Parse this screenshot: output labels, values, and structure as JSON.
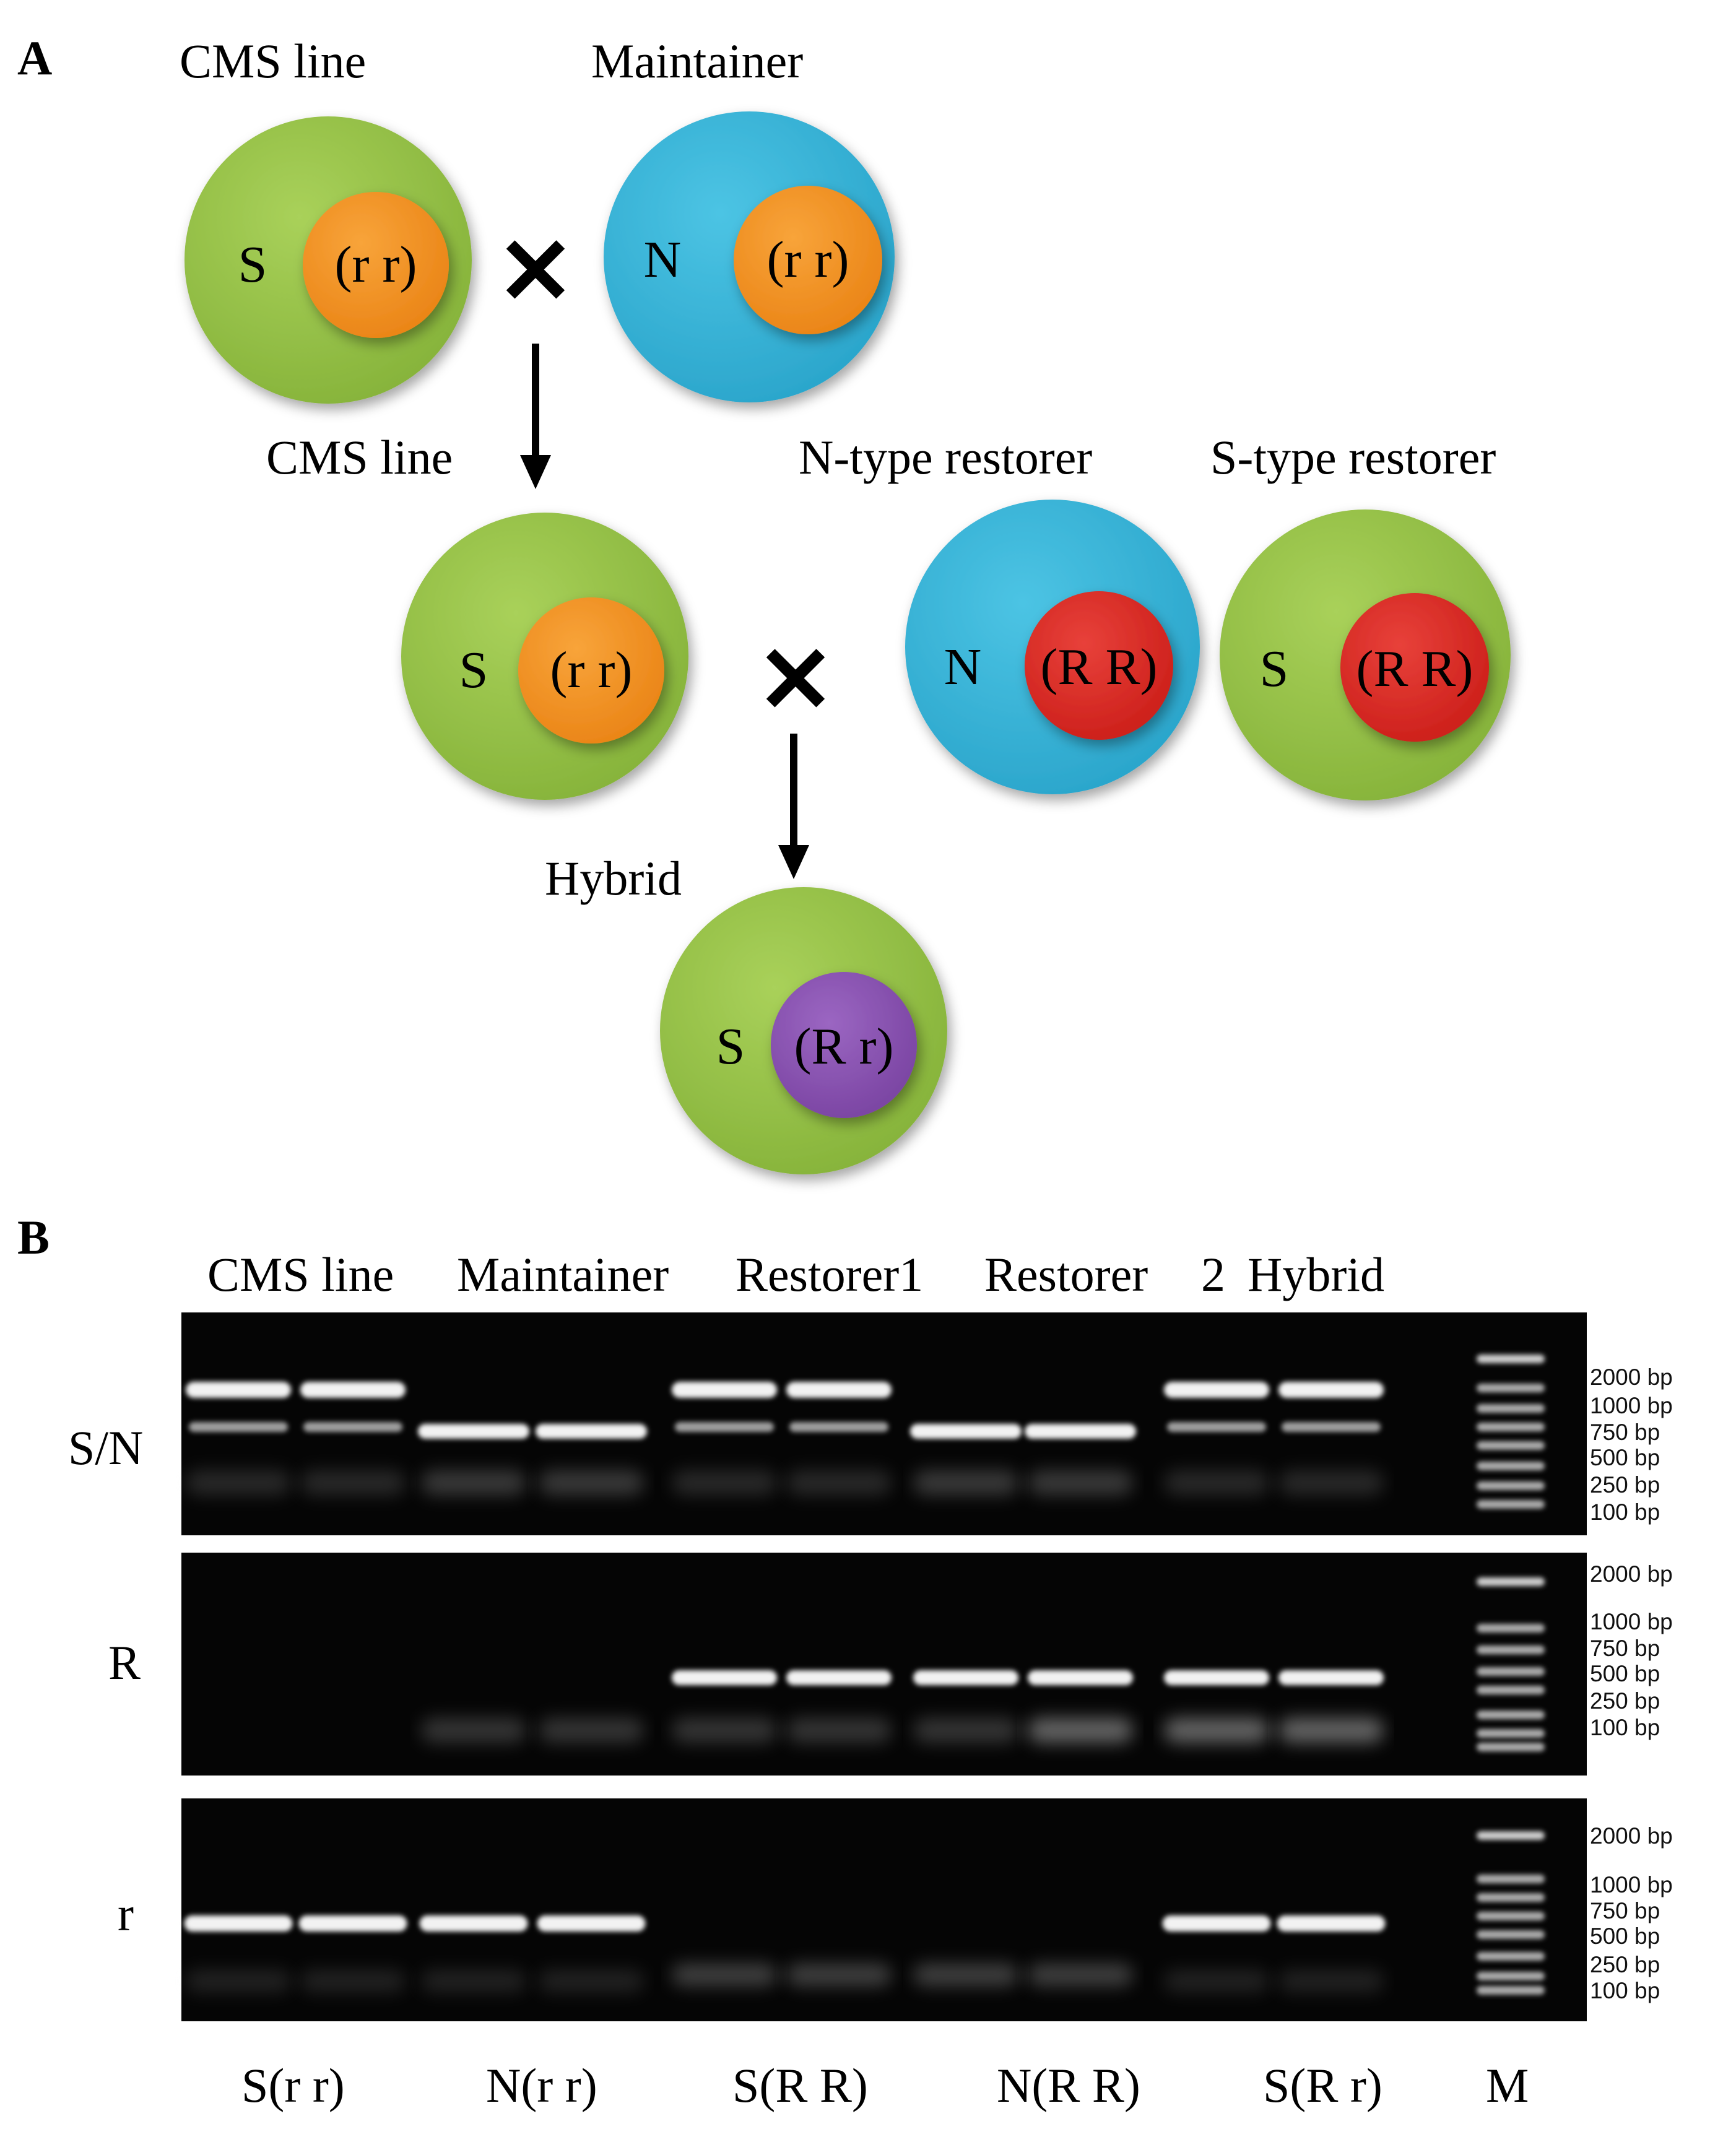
{
  "panel_a": {
    "label": "A",
    "headings": {
      "cms_line": "CMS line",
      "maintainer": "Maintainer",
      "cms_line_2": "CMS line",
      "n_type_restorer": "N-type restorer",
      "s_type_restorer": "S-type restorer",
      "hybrid": "Hybrid"
    },
    "cross_symbol": "✕",
    "cells": [
      {
        "id": "cms-top",
        "cytoplasm": "S",
        "nucleus": "(r  r)",
        "outer": "green",
        "inner": "orange"
      },
      {
        "id": "maintainer",
        "cytoplasm": "N",
        "nucleus": "(r  r)",
        "outer": "blue",
        "inner": "orange"
      },
      {
        "id": "cms-mid",
        "cytoplasm": "S",
        "nucleus": "(r  r)",
        "outer": "green",
        "inner": "orange"
      },
      {
        "id": "n-restorer",
        "cytoplasm": "N",
        "nucleus": "(R R)",
        "outer": "blue",
        "inner": "red"
      },
      {
        "id": "s-restorer",
        "cytoplasm": "S",
        "nucleus": "(R R)",
        "outer": "green",
        "inner": "red"
      },
      {
        "id": "hybrid",
        "cytoplasm": "S",
        "nucleus": "(R r)",
        "outer": "green",
        "inner": "purple"
      }
    ]
  },
  "panel_b": {
    "label": "B",
    "groups": [
      "CMS line",
      "Maintainer",
      "Restorer1",
      "Restorer",
      "2",
      "Hybrid"
    ],
    "rows": [
      {
        "label": "S/N",
        "ladder": [
          "2000 bp",
          "1000 bp",
          "750 bp",
          "500 bp",
          "250 bp",
          "100 bp"
        ]
      },
      {
        "label": "R",
        "ladder": [
          "2000 bp",
          "1000 bp",
          "750 bp",
          "500 bp",
          "250 bp",
          "100 bp"
        ]
      },
      {
        "label": "r",
        "ladder": [
          "2000 bp",
          "1000 bp",
          "750 bp",
          "500 bp",
          "250 bp",
          "100 bp"
        ]
      }
    ],
    "genotypes": [
      "S(r   r)",
      "N(r   r)",
      "S(R R)",
      "N(R R)",
      "S(R r)",
      "M"
    ]
  },
  "colors": {
    "green": "#94c143",
    "blue": "#35b6d9",
    "orange": "#f39222",
    "red": "#dc2a22",
    "purple": "#8a53b0",
    "gel": "#050505",
    "band": "#f2f2f2"
  }
}
